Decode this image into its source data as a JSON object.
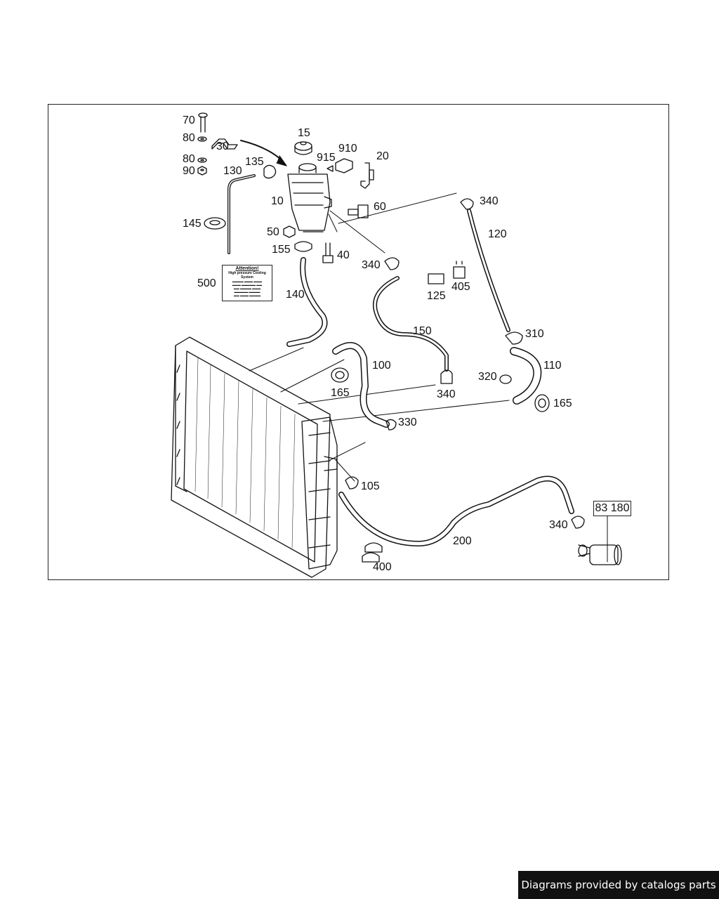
{
  "diagram": {
    "callouts": [
      {
        "id": "c70",
        "text": "70"
      },
      {
        "id": "c80a",
        "text": "80"
      },
      {
        "id": "c30",
        "text": "30"
      },
      {
        "id": "c80b",
        "text": "80"
      },
      {
        "id": "c90",
        "text": "90"
      },
      {
        "id": "c135",
        "text": "135"
      },
      {
        "id": "c130",
        "text": "130"
      },
      {
        "id": "c15",
        "text": "15"
      },
      {
        "id": "c915",
        "text": "915"
      },
      {
        "id": "c910",
        "text": "910"
      },
      {
        "id": "c20",
        "text": "20"
      },
      {
        "id": "c10",
        "text": "10"
      },
      {
        "id": "c60",
        "text": "60"
      },
      {
        "id": "c340a",
        "text": "340"
      },
      {
        "id": "c145",
        "text": "145"
      },
      {
        "id": "c50",
        "text": "50"
      },
      {
        "id": "c155",
        "text": "155"
      },
      {
        "id": "c40",
        "text": "40"
      },
      {
        "id": "c120",
        "text": "120"
      },
      {
        "id": "c340b",
        "text": "340"
      },
      {
        "id": "c500",
        "text": "500"
      },
      {
        "id": "c140",
        "text": "140"
      },
      {
        "id": "c405",
        "text": "405"
      },
      {
        "id": "c125",
        "text": "125"
      },
      {
        "id": "c150",
        "text": "150"
      },
      {
        "id": "c310",
        "text": "310"
      },
      {
        "id": "c100",
        "text": "100"
      },
      {
        "id": "c110",
        "text": "110"
      },
      {
        "id": "c320",
        "text": "320"
      },
      {
        "id": "c165a",
        "text": "165"
      },
      {
        "id": "c340c",
        "text": "340"
      },
      {
        "id": "c165b",
        "text": "165"
      },
      {
        "id": "c330",
        "text": "330"
      },
      {
        "id": "c105",
        "text": "105"
      },
      {
        "id": "c340d",
        "text": "340"
      },
      {
        "id": "c200",
        "text": "200"
      },
      {
        "id": "c400",
        "text": "400"
      }
    ],
    "ref_box": "83 180",
    "warning_label": {
      "title": "Attention!",
      "subtitle": "High pressure Cooling System"
    }
  },
  "footer": {
    "text": "Diagrams provided by catalogs parts"
  }
}
